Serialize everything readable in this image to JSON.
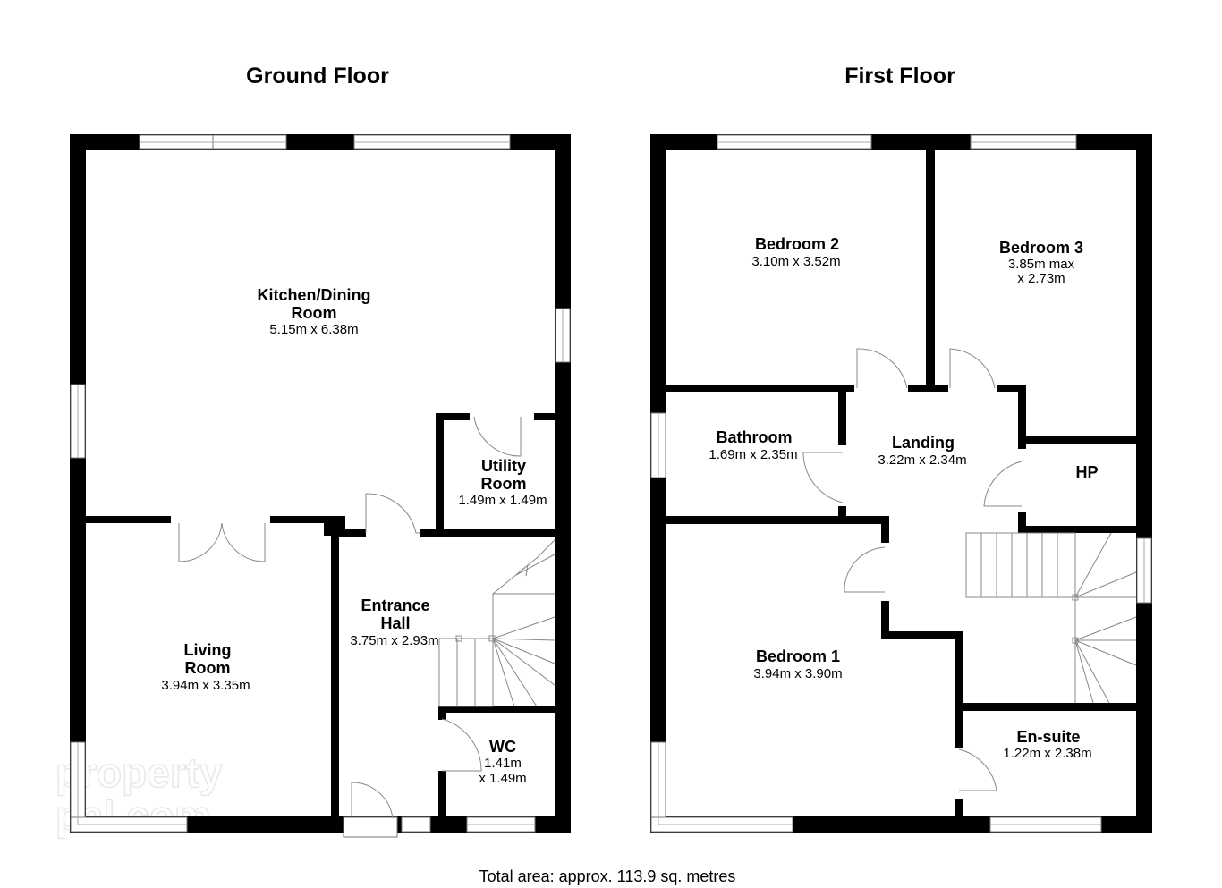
{
  "floors": {
    "ground": {
      "title": "Ground Floor",
      "rooms": {
        "kitchen": {
          "name_1": "Kitchen/Dining",
          "name_2": "Room",
          "dims": "5.15m x 6.38m"
        },
        "utility": {
          "name_1": "Utility",
          "name_2": "Room",
          "dims": "1.49m x 1.49m"
        },
        "living": {
          "name_1": "Living",
          "name_2": "Room",
          "dims": "3.94m x 3.35m"
        },
        "hall": {
          "name_1": "Entrance",
          "name_2": "Hall",
          "dims": "3.75m x 2.93m"
        },
        "wc": {
          "name": "WC",
          "dims_1": "1.41m",
          "dims_2": "x 1.49m"
        }
      }
    },
    "first": {
      "title": "First Floor",
      "rooms": {
        "bedroom2": {
          "name": "Bedroom 2",
          "dims": "3.10m x 3.52m"
        },
        "bedroom3": {
          "name": "Bedroom 3",
          "dims_1": "3.85m max",
          "dims_2": "x 2.73m"
        },
        "bathroom": {
          "name": "Bathroom",
          "dims": "1.69m x 2.35m"
        },
        "landing": {
          "name": "Landing",
          "dims": "3.22m x 2.34m"
        },
        "hp": {
          "name": "HP"
        },
        "bedroom1": {
          "name": "Bedroom 1",
          "dims": "3.94m x 3.90m"
        },
        "ensuite": {
          "name": "En-suite",
          "dims": "1.22m x 2.38m"
        }
      }
    }
  },
  "total_area": "Total area: approx. 113.9 sq. metres",
  "watermark": {
    "line_1": "property",
    "line_2": "pal.com"
  }
}
